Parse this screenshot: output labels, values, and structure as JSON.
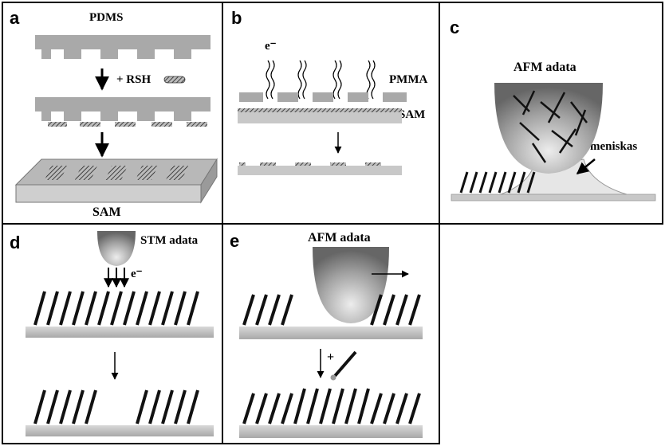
{
  "panels": {
    "a": {
      "letter": "a",
      "top_label": "PDMS",
      "reagent": "+ RSH",
      "bottom_label": "SAM"
    },
    "b": {
      "letter": "b",
      "electron": "e⁻",
      "resist": "PMMA",
      "sam": "SAM"
    },
    "c": {
      "letter": "c",
      "tip": "AFM adata",
      "meniscus": "meniskas"
    },
    "d": {
      "letter": "d",
      "tip": "STM adata",
      "electron": "e⁻"
    },
    "e": {
      "letter": "e",
      "tip": "AFM adata",
      "plus": "+"
    }
  },
  "colors": {
    "stamp": "#a9a9a9",
    "substrate": "#c8c8c8",
    "molecule_dark": "#111111",
    "molecule_light": "#e8e8e8"
  }
}
